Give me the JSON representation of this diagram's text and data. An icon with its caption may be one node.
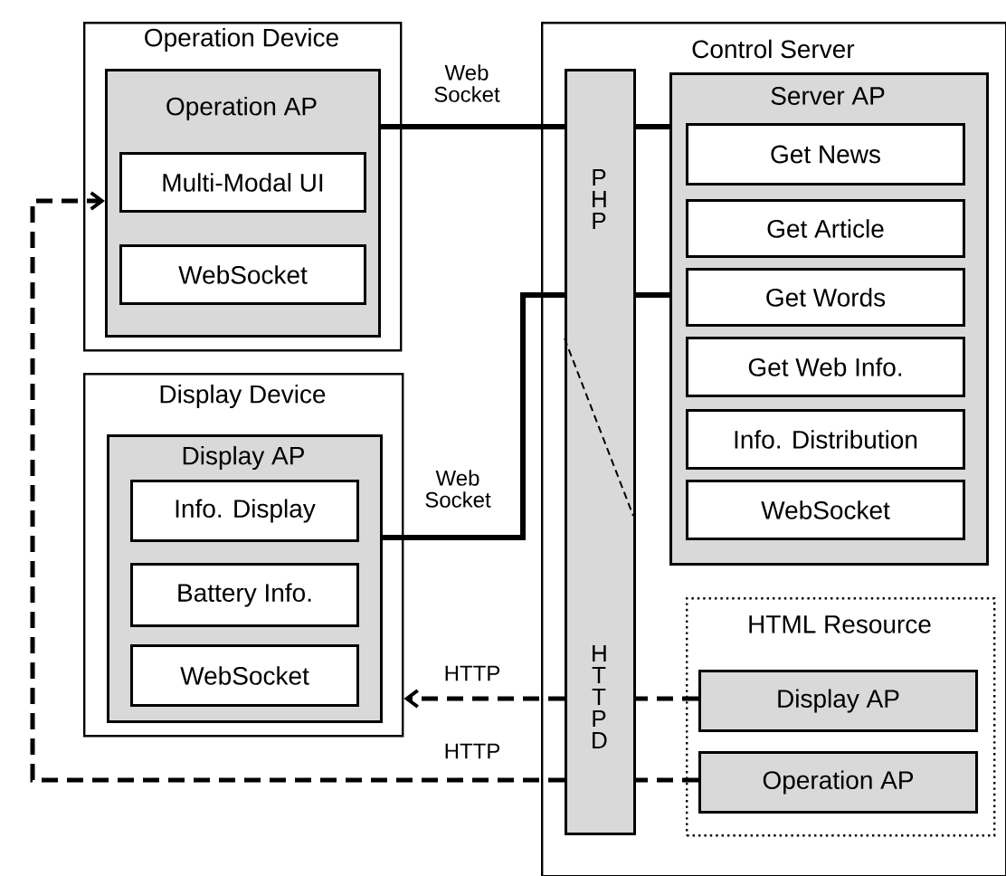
{
  "diagram": {
    "nodes": [
      {
        "text": [
          "Operation Device"
        ]
      },
      {
        "text": [
          "Operation AP"
        ],
        "in": 0
      },
      {
        "text": [
          "Multi-Modal UI"
        ],
        "in": 1
      },
      {
        "text": [
          "WebSocket"
        ],
        "in": 1
      },
      {
        "text": [
          "Display Device"
        ]
      },
      {
        "text": [
          "Display AP"
        ],
        "in": 4
      },
      {
        "text": [
          "Info. Display"
        ],
        "in": 5
      },
      {
        "text": [
          "Battery Info."
        ],
        "in": 5
      },
      {
        "text": [
          "WebSocket"
        ],
        "in": 5
      },
      {
        "text": [
          "Control Server"
        ]
      },
      {
        "text": [
          "P H P",
          "H T T P D"
        ],
        "in": 9
      },
      {
        "text": [
          "Server AP"
        ],
        "in": 9
      },
      {
        "text": [
          "Get News"
        ],
        "in": 11
      },
      {
        "text": [
          "Get Article"
        ],
        "in": 11
      },
      {
        "text": [
          "Get Words"
        ],
        "in": 11
      },
      {
        "text": [
          "Get Web Info."
        ],
        "in": 11
      },
      {
        "text": [
          "Info. Distribution"
        ],
        "in": 11
      },
      {
        "text": [
          "WebSocket"
        ],
        "in": 11
      },
      {
        "text": [
          "HTML Resource"
        ],
        "in": 9
      },
      {
        "text": [
          "Display AP"
        ],
        "in": 18
      },
      {
        "text": [
          "Operation AP"
        ],
        "in": 18
      }
    ],
    "edges": [
      {
        "from": 1,
        "to": 10,
        "arrow": "none",
        "label": "Web Socket"
      },
      {
        "from": 10,
        "to": 11,
        "arrow": "none"
      },
      {
        "from": 5,
        "to": 10,
        "arrow": "none",
        "label": "Web Socket"
      },
      {
        "from": 10,
        "to": 11,
        "arrow": "none"
      },
      {
        "from": 19,
        "to": 10,
        "arrow": "none",
        "style": "dashed"
      },
      {
        "from": 10,
        "to": 4,
        "arrow": "to",
        "style": "dashed",
        "label": "HTTP"
      },
      {
        "from": 20,
        "to": 10,
        "arrow": "none",
        "style": "dashed"
      },
      {
        "from": 10,
        "to": 1,
        "arrow": "to",
        "style": "dashed",
        "label": "HTTP"
      }
    ]
  }
}
